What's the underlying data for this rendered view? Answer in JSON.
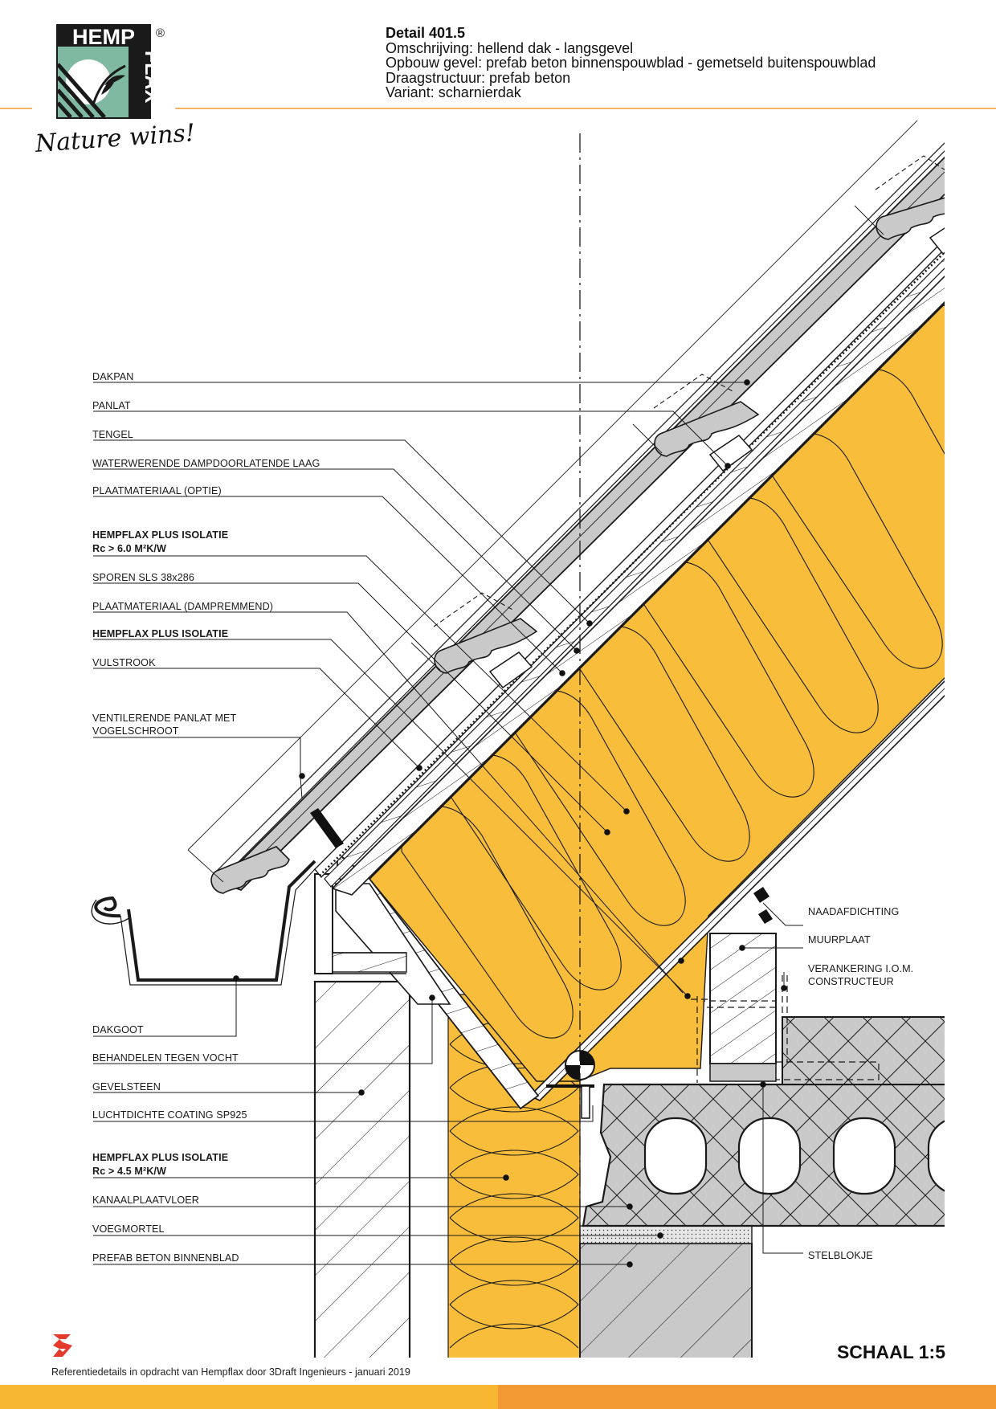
{
  "brand": {
    "logo_top": "HEMP",
    "logo_side": "FLAX",
    "registered": "®",
    "slogan": "Nature wins!",
    "colors": {
      "orange": "#f19a33",
      "yellow": "#f7b733",
      "logo_green": "#7fb9a2",
      "insulation": "#f8bd3a",
      "concrete": "#c8c8c8"
    }
  },
  "header": {
    "title": "Detail 401.5",
    "lines": [
      "Omschrijving: hellend dak - langsgevel",
      "Opbouw gevel: prefab beton binnenspouwblad - gemetseld buitenspouwblad",
      "Draagstructuur: prefab beton",
      "Variant: scharnierdak"
    ]
  },
  "labels_left": [
    {
      "text": [
        "DAKPAN"
      ],
      "bold": false
    },
    {
      "text": [
        "PANLAT"
      ],
      "bold": false
    },
    {
      "text": [
        "TENGEL"
      ],
      "bold": false
    },
    {
      "text": [
        "WATERWERENDE DAMPDOORLATENDE LAAG"
      ],
      "bold": false
    },
    {
      "text": [
        "PLAATMATERIAAL (OPTIE)"
      ],
      "bold": false
    },
    {
      "text": [
        "HEMPFLAX PLUS ISOLATIE",
        "Rc > 6.0 M²K/W"
      ],
      "bold": true
    },
    {
      "text": [
        "SPOREN SLS 38x286"
      ],
      "bold": false
    },
    {
      "text": [
        "PLAATMATERIAAL (DAMPREMMEND)"
      ],
      "bold": false
    },
    {
      "text": [
        "HEMPFLAX PLUS ISOLATIE"
      ],
      "bold": true
    },
    {
      "text": [
        "VULSTROOK"
      ],
      "bold": false
    },
    {
      "text": [
        "VENTILERENDE PANLAT MET",
        "VOGELSCHROOT"
      ],
      "bold": false
    },
    {
      "text": [
        "DAKGOOT"
      ],
      "bold": false
    },
    {
      "text": [
        "BEHANDELEN TEGEN VOCHT"
      ],
      "bold": false
    },
    {
      "text": [
        "GEVELSTEEN"
      ],
      "bold": false
    },
    {
      "text": [
        "LUCHTDICHTE COATING SP925"
      ],
      "bold": false
    },
    {
      "text": [
        "HEMPFLAX PLUS ISOLATIE",
        "Rc > 4.5 M²K/W"
      ],
      "bold": true
    },
    {
      "text": [
        "KANAALPLAATVLOER"
      ],
      "bold": false
    },
    {
      "text": [
        "VOEGMORTEL"
      ],
      "bold": false
    },
    {
      "text": [
        "PREFAB BETON BINNENBLAD"
      ],
      "bold": false
    }
  ],
  "labels_right": [
    {
      "text": [
        "NAADAFDICHTING"
      ]
    },
    {
      "text": [
        "MUURPLAAT"
      ]
    },
    {
      "text": [
        "VERANKERING I.O.M.",
        "CONSTRUCTEUR"
      ]
    },
    {
      "text": [
        "STELBLOKJE"
      ]
    }
  ],
  "footer": {
    "scale": "SCHAAL 1:5",
    "credit": "Referentiedetails in opdracht van Hempflax door 3Draft Ingenieurs  -  januari 2019"
  }
}
